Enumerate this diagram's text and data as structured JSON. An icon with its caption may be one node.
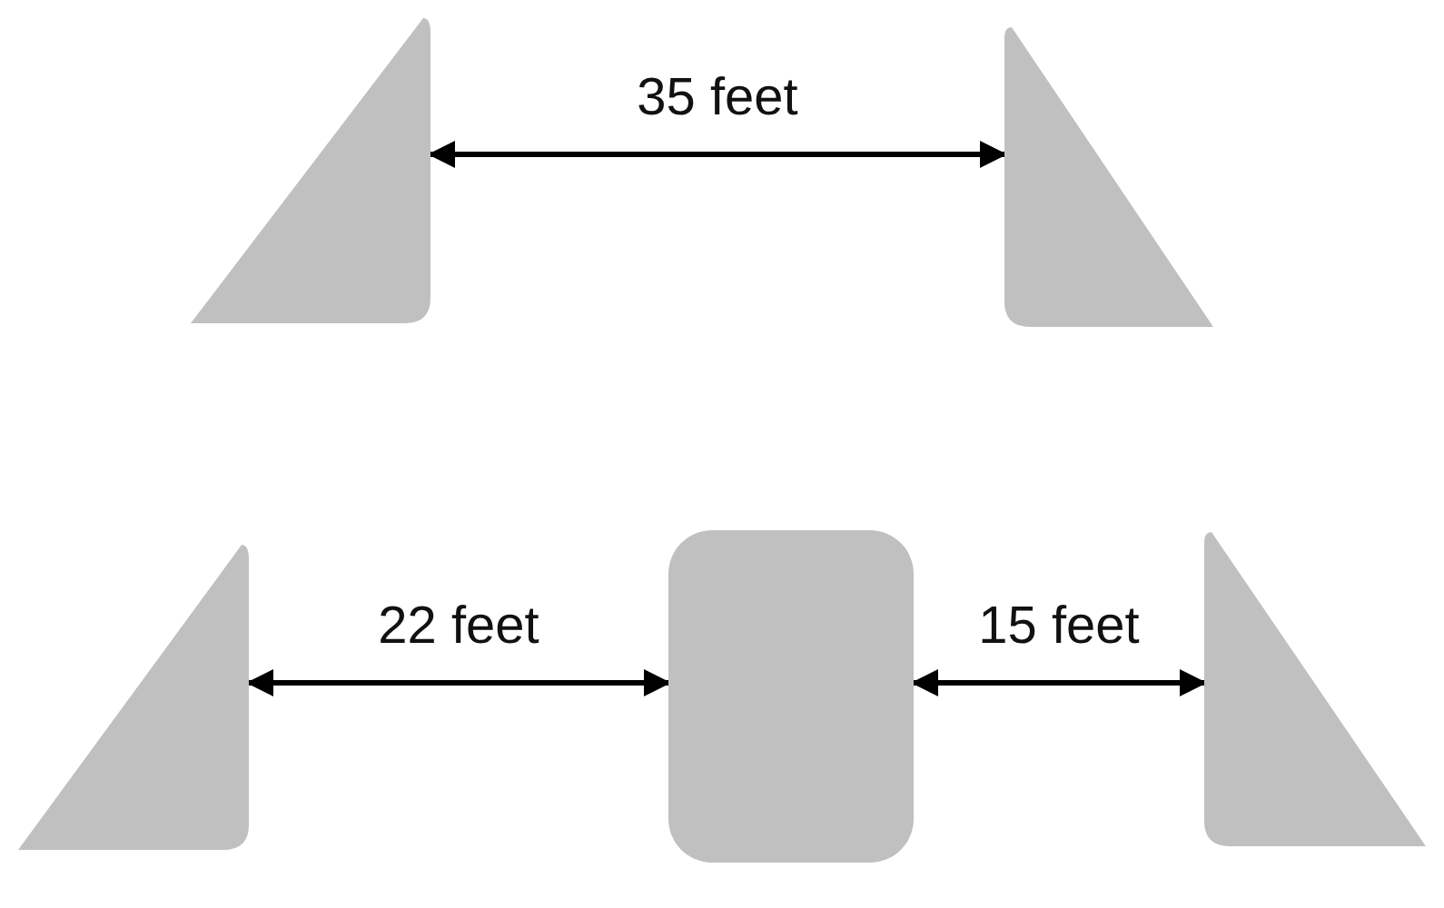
{
  "diagram": {
    "nodes": [
      {
        "text": [],
        "shape": "triangle"
      },
      {
        "text": [],
        "shape": "triangle"
      },
      {
        "text": [],
        "shape": "triangle"
      },
      {
        "text": [],
        "shape": "box"
      },
      {
        "text": [],
        "shape": "triangle"
      }
    ],
    "edges": [
      {
        "from": 0,
        "to": 1,
        "arrow": "both",
        "label": "35 feet"
      },
      {
        "from": 2,
        "to": 3,
        "arrow": "both",
        "label": "22 feet"
      },
      {
        "from": 3,
        "to": 4,
        "arrow": "both",
        "label": "15 feet"
      }
    ]
  }
}
